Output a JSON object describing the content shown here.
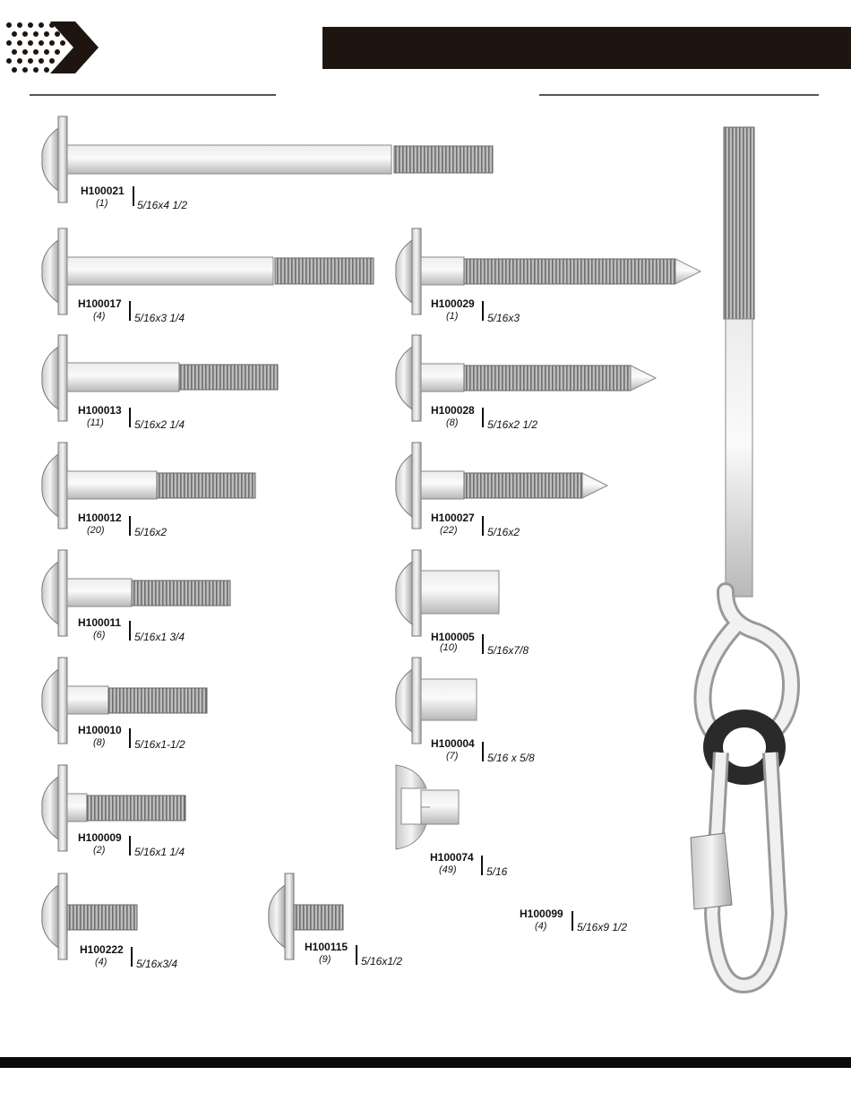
{
  "parts": [
    {
      "code": "H100021",
      "qty": "(1)",
      "size": "5/16x4 1/2"
    },
    {
      "code": "H100017",
      "qty": "(4)",
      "size": "5/16x3 1/4"
    },
    {
      "code": "H100013",
      "qty": "(11)",
      "size": "5/16x2 1/4"
    },
    {
      "code": "H100012",
      "qty": "(20)",
      "size": "5/16x2"
    },
    {
      "code": "H100011",
      "qty": "(6)",
      "size": "5/16x1 3/4"
    },
    {
      "code": "H100010",
      "qty": "(8)",
      "size": "5/16x1-1/2"
    },
    {
      "code": "H100009",
      "qty": "(2)",
      "size": "5/16x1 1/4"
    },
    {
      "code": "H100222",
      "qty": "(4)",
      "size": "5/16x3/4"
    },
    {
      "code": "H100115",
      "qty": "(9)",
      "size": "5/16x1/2"
    },
    {
      "code": "H100029",
      "qty": "(1)",
      "size": "5/16x3"
    },
    {
      "code": "H100028",
      "qty": "(8)",
      "size": "5/16x2 1/2"
    },
    {
      "code": "H100027",
      "qty": "(22)",
      "size": "5/16x2"
    },
    {
      "code": "H100005",
      "qty": "(10)",
      "size": "5/16x7/8"
    },
    {
      "code": "H100004",
      "qty": "(7)",
      "size": "5/16 x 5/8"
    },
    {
      "code": "H100074",
      "qty": "(49)",
      "size": "5/16"
    },
    {
      "code": "H100099",
      "qty": "(4)",
      "size": "5/16x9 1/2"
    }
  ]
}
